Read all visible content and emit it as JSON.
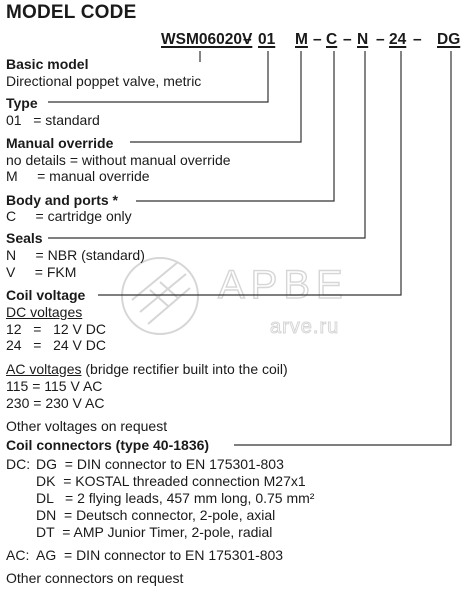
{
  "title": "MODEL CODE",
  "code": {
    "base": "WSM06020V",
    "sep1": "–",
    "type": "01",
    "sep2": "–",
    "override": "M",
    "sep3": "–",
    "body": "C",
    "sep4": "–",
    "seals": "N",
    "sep5": "–",
    "voltage": "24",
    "connector": "DG"
  },
  "sections": {
    "basic": {
      "heading": "Basic model",
      "line1": "Directional poppet valve, metric"
    },
    "type": {
      "heading": "Type",
      "line1": "01   = standard"
    },
    "override": {
      "heading": "Manual override",
      "line1": "no details = without manual override",
      "line2": "M     = manual override"
    },
    "body": {
      "heading": "Body and ports *",
      "line1": "C     = cartridge only"
    },
    "seals": {
      "heading": "Seals",
      "line1": "N     = NBR (standard)",
      "line2": "V     = FKM"
    },
    "coil": {
      "heading": "Coil voltage",
      "dc_heading": "DC voltages",
      "dc1": "12   =   12 V DC",
      "dc2": "24   =   24 V DC",
      "ac_heading": "AC voltages",
      "ac_note": " (bridge rectifier built into the coil)",
      "ac1": "115 = 115 V AC",
      "ac2": "230 = 230 V AC",
      "other": "Other voltages on request"
    },
    "connectors": {
      "heading": "Coil connectors (type 40-1836)",
      "dc_prefix": "DC:",
      "dg": "DG  = DIN connector to EN 175301-803",
      "dk": "DK  = KOSTAL threaded connection M27x1",
      "dl": "DL   = 2 flying leads, 457 mm long, 0.75 mm²",
      "dn": "DN  = Deutsch connector, 2-pole, axial",
      "dt": "DT  = AMP Junior Timer, 2-pole, radial",
      "ac_prefix": "AC:",
      "ag": "AG  = DIN connector to EN 175301-803",
      "other": "Other connectors on request"
    }
  },
  "watermark": {
    "brand": "АРВЕ",
    "site": "arve.ru"
  },
  "colors": {
    "text": "#1a1a1a",
    "line": "#333333",
    "watermark": "#d9d9d9"
  }
}
